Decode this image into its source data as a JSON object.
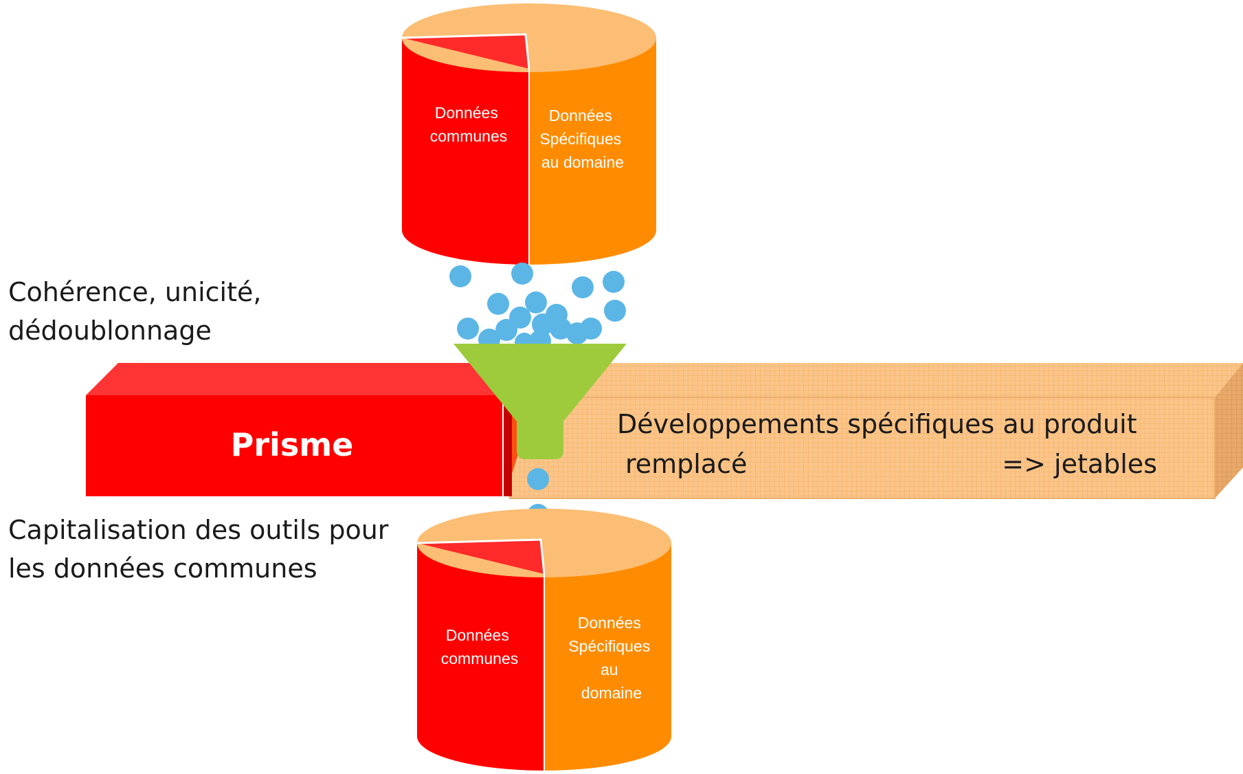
{
  "top_cylinder": {
    "left_lines": [
      "Données",
      "communes"
    ],
    "right_lines": [
      "Données",
      "Spécifiques",
      "au  domaine"
    ]
  },
  "bottom_cylinder": {
    "left_lines": [
      "Données",
      "communes"
    ],
    "right_lines": [
      "Données",
      "Spécifiques",
      "au",
      "domaine"
    ]
  },
  "annotations": {
    "coherence": [
      "Cohérence, unicité,",
      "dédoublonnage"
    ],
    "capitalisation": [
      "Capitalisation des outils pour",
      "les données communes"
    ]
  },
  "prisme_bar": {
    "label": "Prisme"
  },
  "specific_bar": {
    "line1": "Développements spécifiques au produit",
    "line2_left": "remplacé",
    "line2_right": "=> jetables"
  },
  "colors": {
    "red": "#ff0000",
    "red_top": "#ff3333",
    "orange": "#ff8c00",
    "orange_top": "#ffbe70",
    "peach_bar": "#fbc58a",
    "funnel_green": "#9dcb3c",
    "drop_blue": "#5bb6e6"
  }
}
